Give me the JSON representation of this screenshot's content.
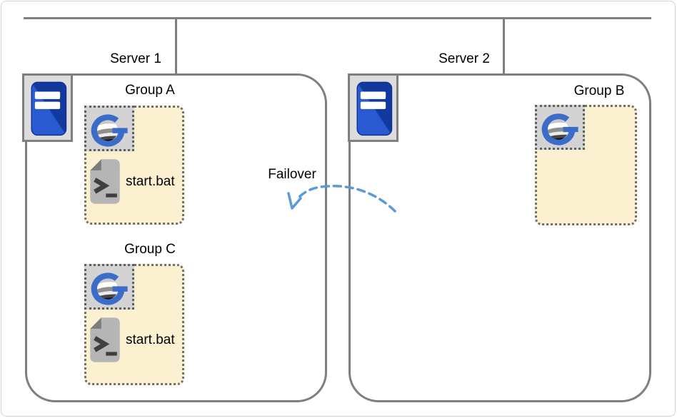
{
  "servers": [
    {
      "label": "Server 1"
    },
    {
      "label": "Server 2"
    }
  ],
  "groups": [
    {
      "label": "Group A",
      "server": "Server 1",
      "script": "start.bat"
    },
    {
      "label": "Group C",
      "server": "Server 1",
      "script": "start.bat"
    },
    {
      "label": "Group B",
      "server": "Server 2"
    }
  ],
  "failover": {
    "label": "Failover"
  },
  "icons": {
    "server": "server-tower-icon",
    "application": "g-globe-logo-icon",
    "script": "batch-script-icon",
    "failover": "dashed-curved-arrow-icon"
  },
  "colors": {
    "line_gray": "#7f7f7f",
    "group_fill": "#fbf0cf",
    "group_border": "#6f6f6f",
    "icon_bg": "#d3d3d3",
    "tower_blue_light": "#2a5ad2",
    "tower_blue_dark": "#123a9e",
    "logo_blue": "#3a6cc8",
    "arrow_blue": "#5b9bd5"
  }
}
